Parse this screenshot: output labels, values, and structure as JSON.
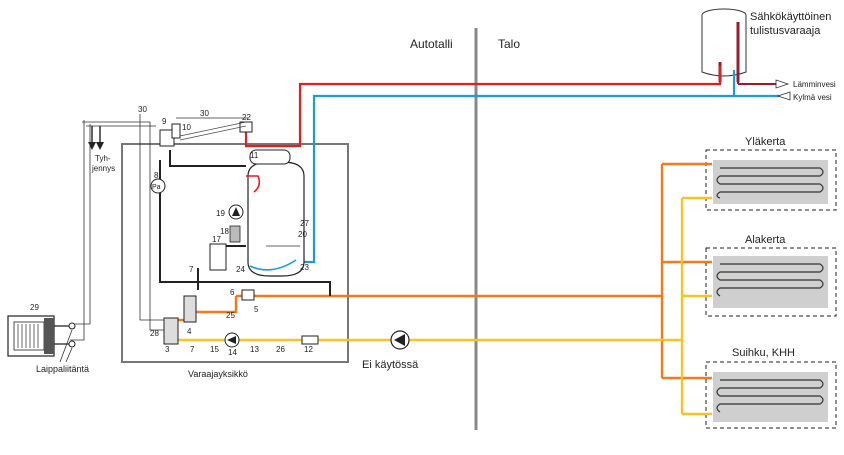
{
  "labels": {
    "garage": "Autotalli",
    "house": "Talo",
    "heater_line1": "Sähkökäyttöinen",
    "heater_line2": "tulistusvaraaja",
    "hot_water": "Lämminvesi",
    "cold_water": "Kylmä vesi",
    "upper_floor": "Yläkerta",
    "lower_floor": "Alakerta",
    "bathroom": "Suihku, KHH",
    "drain_line1": "Tyh-",
    "drain_line2": "jennys",
    "unit": "Varaajayksikkö",
    "not_in_use": "Ei käytössä",
    "connection": "Laippaliitäntä",
    "pa": "Pa"
  },
  "numbers": {
    "n3": "3",
    "n4": "4",
    "n5": "5",
    "n6": "6",
    "n7a": "7",
    "n7b": "7",
    "n8": "8",
    "n9": "9",
    "n10": "10",
    "n11": "11",
    "n12": "12",
    "n13": "13",
    "n14": "14",
    "n15": "15",
    "n17": "17",
    "n18": "18",
    "n19": "19",
    "n20": "20",
    "n22": "22",
    "n23": "23",
    "n24": "24",
    "n25": "25",
    "n26": "26",
    "n27": "27",
    "n28": "28",
    "n29": "29",
    "n30a": "30",
    "n30b": "30"
  },
  "colors": {
    "hot": "#e02020",
    "cold": "#1e9bd7",
    "floor_supply": "#f07a1e",
    "floor_return": "#f7c325",
    "divider": "#888888",
    "unit_frame": "#777777",
    "heater_stripe": "#9b1b2a"
  }
}
